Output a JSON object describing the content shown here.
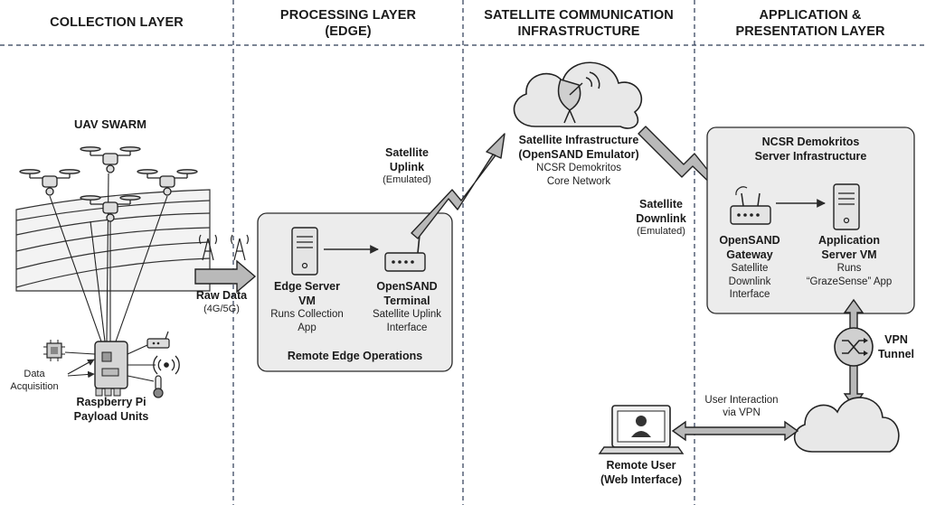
{
  "layers": {
    "collection": "COLLECTION LAYER",
    "processing_l1": "PROCESSING LAYER",
    "processing_l2": "(EDGE)",
    "satellite_l1": "SATELLITE COMMUNICATION",
    "satellite_l2": "INFRASTRUCTURE",
    "application_l1": "APPLICATION &",
    "application_l2": "PRESENTATION LAYER"
  },
  "collection": {
    "uav_swarm": "UAV SWARM",
    "data_acq_l1": "Data",
    "data_acq_l2": "Acquisition",
    "rpi_l1": "Raspberry Pi",
    "rpi_l2": "Payload Units",
    "raw_data": "Raw Data",
    "raw_data_sub": "(4G/5G)"
  },
  "edge": {
    "box_title": "Remote Edge Operations",
    "server_l1": "Edge Server",
    "server_l2": "VM",
    "server_d1": "Runs Collection",
    "server_d2": "App",
    "terminal_l1": "OpenSAND",
    "terminal_l2": "Terminal",
    "terminal_d1": "Satellite Uplink",
    "terminal_d2": "Interface"
  },
  "satellite": {
    "uplink_l1": "Satellite",
    "uplink_l2": "Uplink",
    "uplink_sub": "(Emulated)",
    "infra_l1": "Satellite Infrastructure",
    "infra_l2": "(OpenSAND Emulator)",
    "infra_d1": "NCSR Demokritos",
    "infra_d2": "Core Network",
    "downlink_l1": "Satellite",
    "downlink_l2": "Downlink",
    "downlink_sub": "(Emulated)"
  },
  "application": {
    "box_l1": "NCSR Demokritos",
    "box_l2": "Server Infrastructure",
    "gateway_l1": "OpenSAND",
    "gateway_l2": "Gateway",
    "gateway_d1": "Satellite",
    "gateway_d2": "Downlink",
    "gateway_d3": "Interface",
    "appserver_l1": "Application",
    "appserver_l2": "Server VM",
    "appserver_d1": "Runs",
    "appserver_d2": "“GrazeSense” App",
    "vpn_l1": "VPN",
    "vpn_l2": "Tunnel",
    "interaction_l1": "User Interaction",
    "interaction_l2": "via VPN",
    "remote_l1": "Remote User",
    "remote_l2": "(Web Interface)"
  },
  "colors": {
    "stroke": "#2b2b2b",
    "box_fill": "#ececec",
    "node_fill": "#e4e4e4",
    "arrow_fill": "#b9b9b9",
    "divider": "#2b3a55"
  }
}
